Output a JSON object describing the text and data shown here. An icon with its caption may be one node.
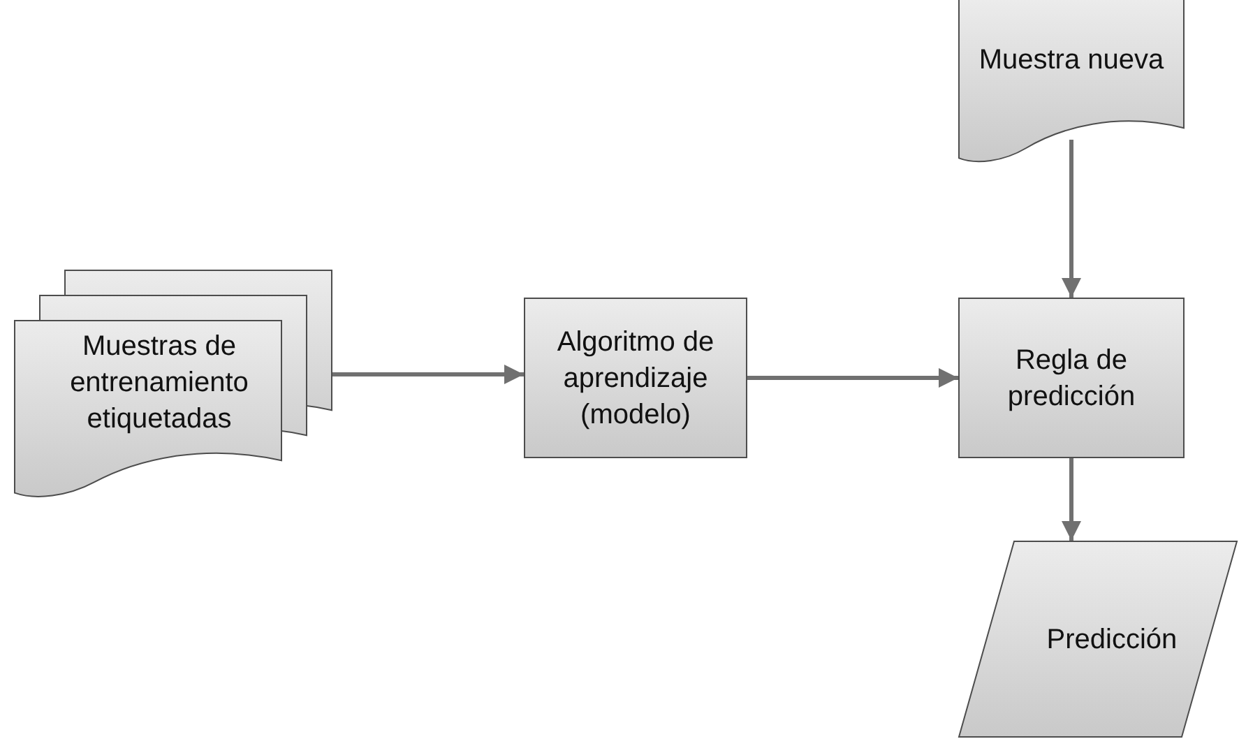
{
  "diagram": {
    "nodes": [
      {
        "text": [
          "Muestra nueva"
        ]
      },
      {
        "text": [
          "Muestras de entrenamiento etiquetadas"
        ]
      },
      {
        "text": [
          "Algoritmo de aprendizaje (modelo)"
        ]
      },
      {
        "text": [
          "Regla de predicción"
        ]
      },
      {
        "text": [
          "Predicción"
        ]
      }
    ],
    "edges": [
      {
        "from": 1,
        "to": 2,
        "arrow": "to"
      },
      {
        "from": 2,
        "to": 3,
        "arrow": "to"
      },
      {
        "from": 0,
        "to": 3,
        "arrow": "to"
      },
      {
        "from": 3,
        "to": 4,
        "arrow": "to"
      }
    ]
  }
}
